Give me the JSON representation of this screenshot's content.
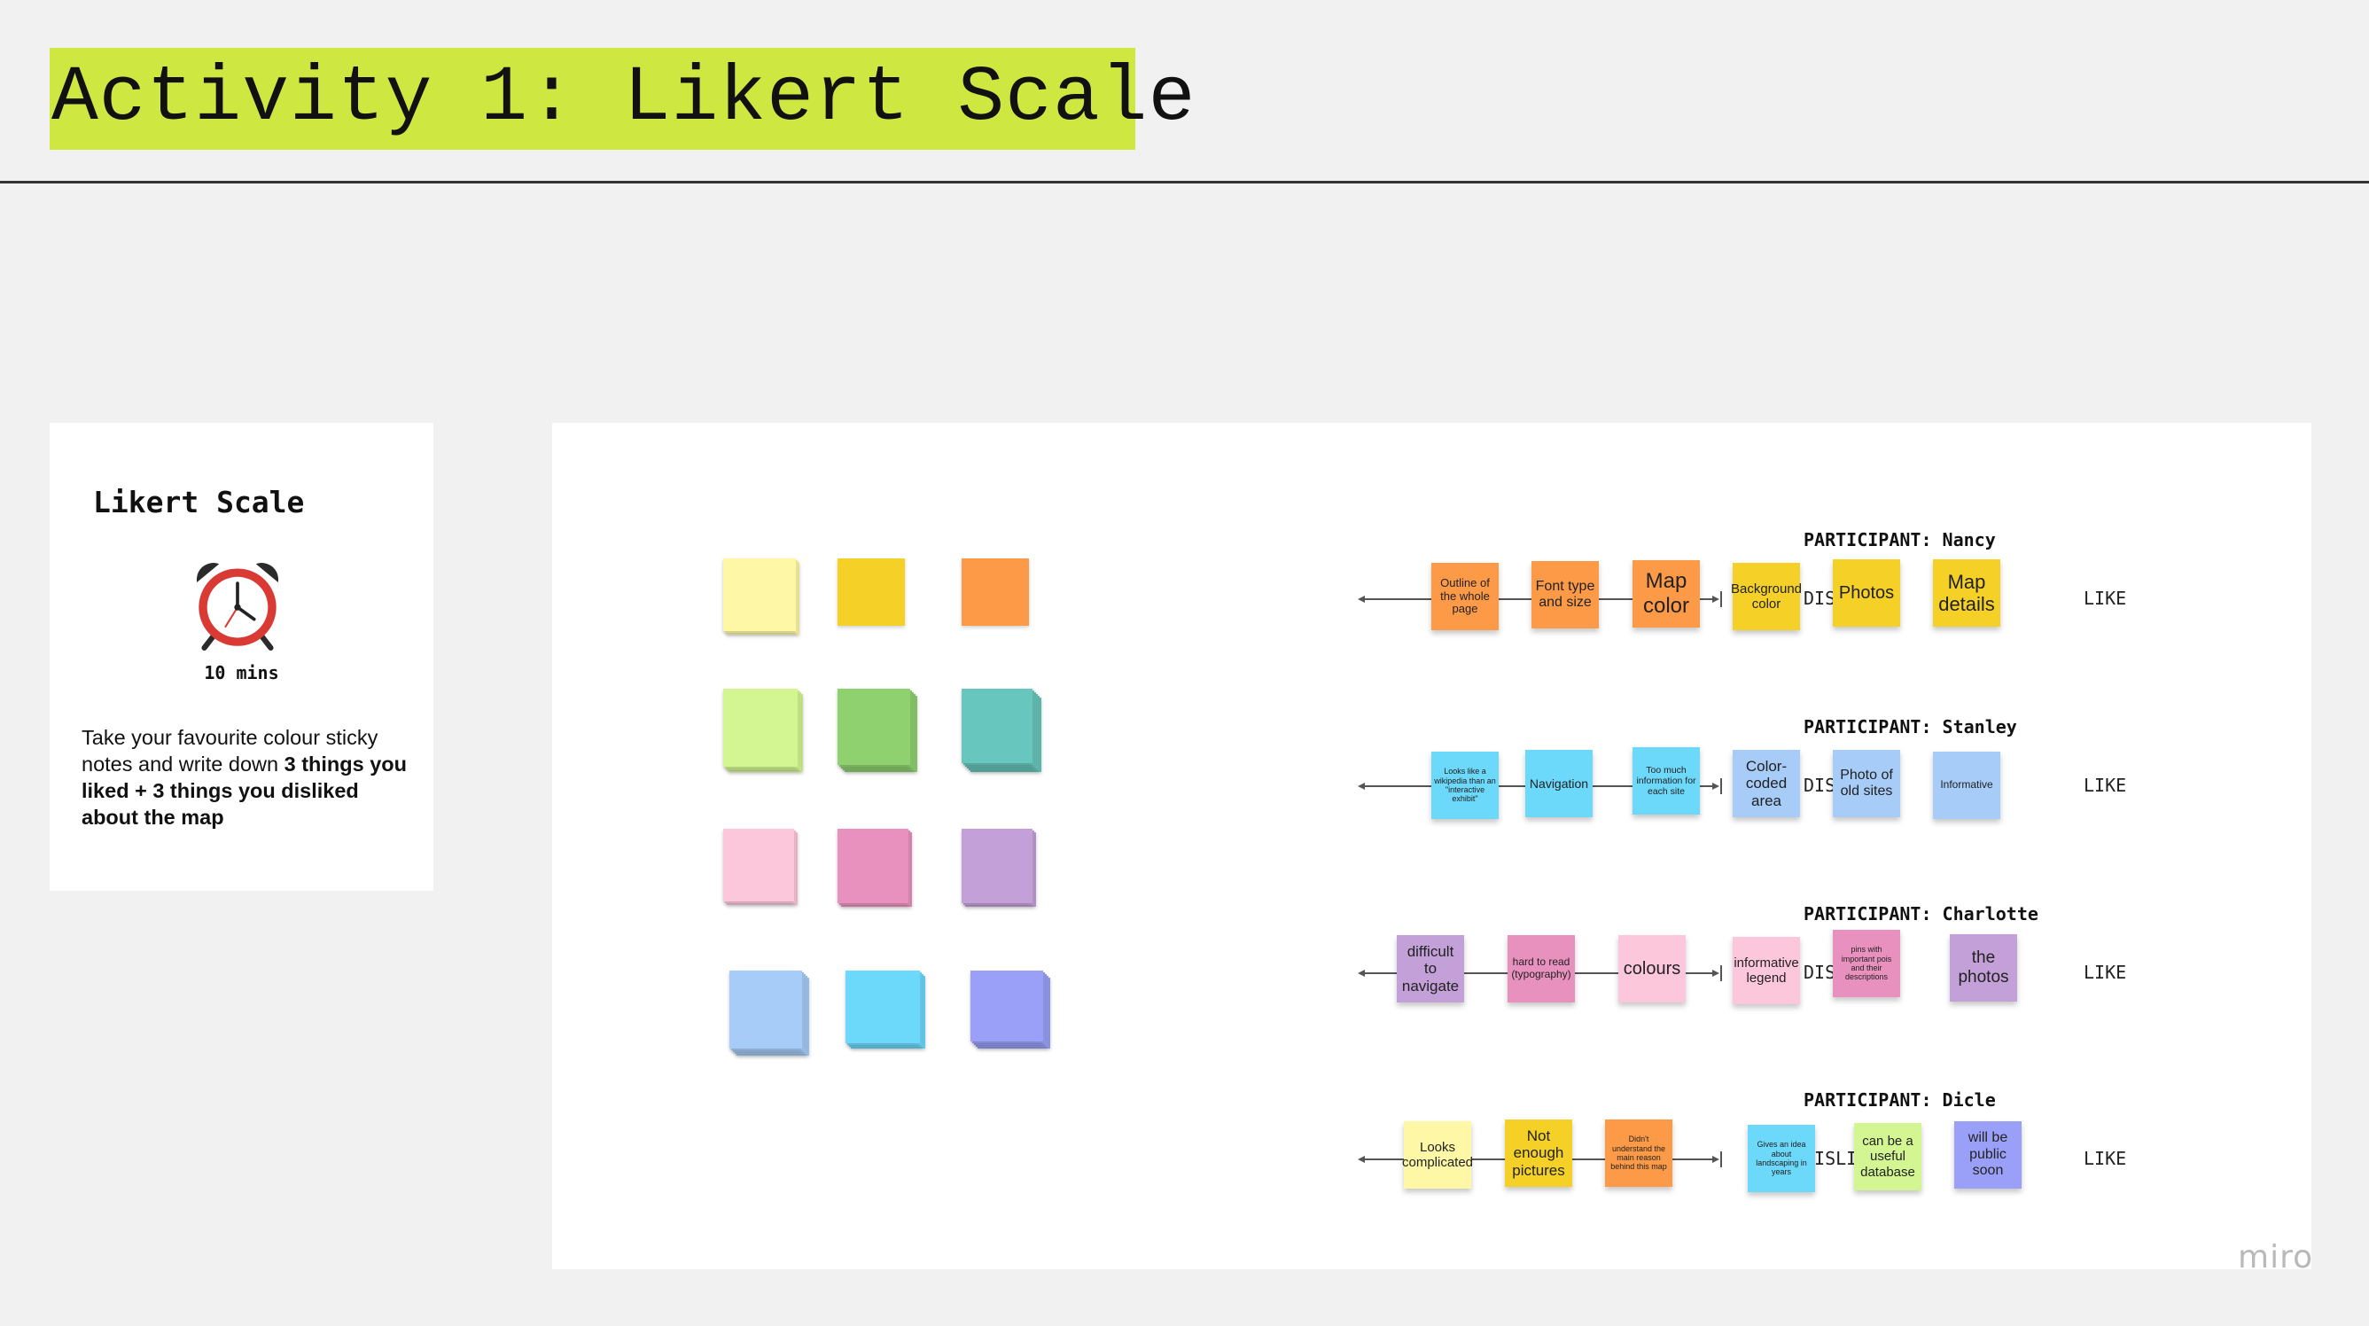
{
  "header": {
    "title": "Activity 1: Likert Scale"
  },
  "instructions": {
    "title": "Likert Scale",
    "icon": "alarm-clock-icon",
    "time": "10 mins",
    "text_plain": "Take your favourite colour sticky notes and write down ",
    "text_bold": "3 things you liked + 3 things you disliked about the map"
  },
  "palette": {
    "colors": [
      "#fdf7a6",
      "#f5d128",
      "#fd9a47",
      "#d3f693",
      "#8fd16f",
      "#67c6bd",
      "#fcc7db",
      "#e991be",
      "#c3a0d7",
      "#a6ccf7",
      "#6cd8fa",
      "#9aa0f7"
    ]
  },
  "likert": {
    "dislike_label": "DISLIKE",
    "like_label": "LIKE",
    "rows": [
      {
        "label": "PARTICIPANT:",
        "name": "Nancy",
        "notes": [
          {
            "text": "Outline of the whole page",
            "color": "#fd9a47"
          },
          {
            "text": "Font type and size",
            "color": "#fd9a47"
          },
          {
            "text": "Map color",
            "color": "#fd9a47"
          },
          {
            "text": "Background color",
            "color": "#f5d128"
          },
          {
            "text": "Photos",
            "color": "#f5d128"
          },
          {
            "text": "Map details",
            "color": "#f5d128"
          }
        ]
      },
      {
        "label": "PARTICIPANT:",
        "name": "Stanley",
        "notes": [
          {
            "text": "Looks like a wikipedia than an \"interactive exhibit\"",
            "color": "#6cd8fa"
          },
          {
            "text": "Navigation",
            "color": "#6cd8fa"
          },
          {
            "text": "Too much information for each site",
            "color": "#6cd8fa"
          },
          {
            "text": "Color-coded area",
            "color": "#a6ccf7"
          },
          {
            "text": "Photo of old sites",
            "color": "#a6ccf7"
          },
          {
            "text": "Informative",
            "color": "#a6ccf7"
          }
        ]
      },
      {
        "label": "PARTICIPANT:",
        "name": "Charlotte",
        "notes": [
          {
            "text": "difficult to navigate",
            "color": "#c3a0d7"
          },
          {
            "text": "hard to read (typography)",
            "color": "#e991be"
          },
          {
            "text": "colours",
            "color": "#fcc7db"
          },
          {
            "text": "informative legend",
            "color": "#fcc7db"
          },
          {
            "text": "pins with important pois and their descriptions",
            "color": "#e991be"
          },
          {
            "text": "the photos",
            "color": "#c3a0d7"
          }
        ]
      },
      {
        "label": "PARTICIPANT:",
        "name": "Dicle",
        "notes": [
          {
            "text": "Looks complicated",
            "color": "#fdf7a6"
          },
          {
            "text": "Not enough pictures",
            "color": "#f5d128"
          },
          {
            "text": "Didn't understand the main reason behind this map",
            "color": "#fd9a47"
          },
          {
            "text": "Gives an idea about landscaping in years",
            "color": "#6cd8fa"
          },
          {
            "text": "can be a useful database",
            "color": "#d3f693"
          },
          {
            "text": "will be public soon",
            "color": "#9aa0f7"
          }
        ]
      }
    ]
  },
  "branding": {
    "logo": "miro"
  }
}
